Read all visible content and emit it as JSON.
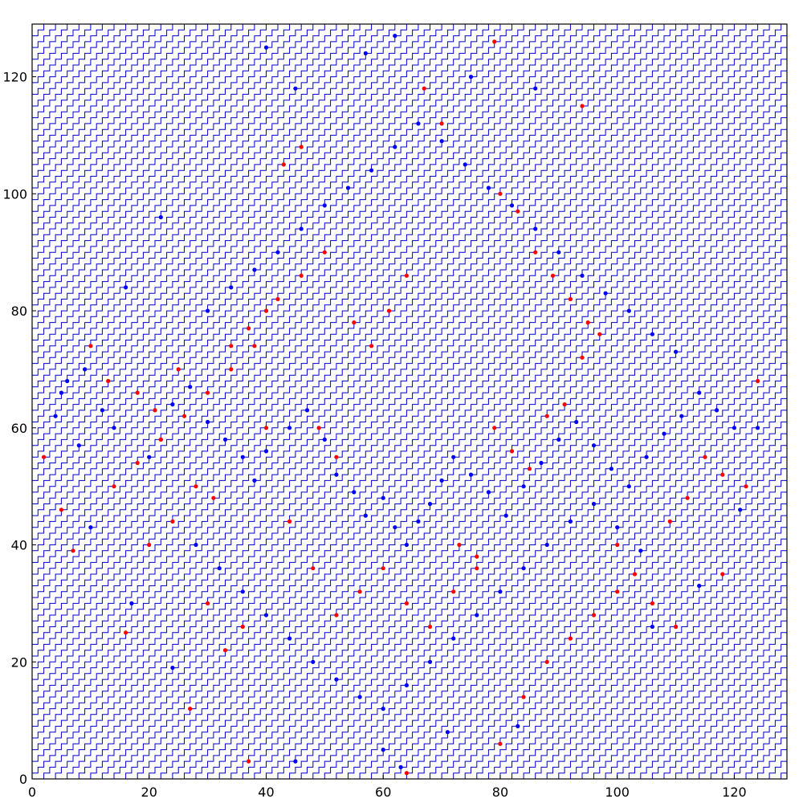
{
  "chart_data": {
    "type": "scatter",
    "title": "",
    "xlabel": "",
    "ylabel": "",
    "xlim": [
      0,
      129
    ],
    "ylim": [
      0,
      129
    ],
    "grid": false,
    "legend": "none",
    "x_ticks": [
      "0",
      "20",
      "40",
      "60",
      "80",
      "100",
      "120"
    ],
    "y_ticks": [
      "0",
      "20",
      "40",
      "60",
      "80",
      "100",
      "120"
    ],
    "colors": {
      "lines": "#0000cc",
      "blue_points": "#0000ff",
      "red_points": "#ff0000"
    },
    "line_pattern": "staircase diagonal paths filling the unit lattice between 0 and 129 on both axes",
    "series": [
      {
        "color": "#0000ff",
        "marker": "dot",
        "points": [
          [
            4,
            62
          ],
          [
            5,
            66
          ],
          [
            6,
            68
          ],
          [
            9,
            70
          ],
          [
            12,
            63
          ],
          [
            14,
            60
          ],
          [
            20,
            55
          ],
          [
            22,
            58
          ],
          [
            24,
            64
          ],
          [
            27,
            67
          ],
          [
            30,
            61
          ],
          [
            33,
            58
          ],
          [
            36,
            55
          ],
          [
            38,
            51
          ],
          [
            40,
            56
          ],
          [
            44,
            60
          ],
          [
            47,
            63
          ],
          [
            50,
            58
          ],
          [
            52,
            52
          ],
          [
            55,
            49
          ],
          [
            57,
            45
          ],
          [
            60,
            48
          ],
          [
            62,
            43
          ],
          [
            64,
            40
          ],
          [
            66,
            44
          ],
          [
            68,
            47
          ],
          [
            70,
            51
          ],
          [
            72,
            55
          ],
          [
            75,
            52
          ],
          [
            78,
            49
          ],
          [
            81,
            45
          ],
          [
            84,
            50
          ],
          [
            87,
            54
          ],
          [
            90,
            58
          ],
          [
            93,
            61
          ],
          [
            96,
            57
          ],
          [
            99,
            53
          ],
          [
            102,
            50
          ],
          [
            105,
            55
          ],
          [
            108,
            59
          ],
          [
            111,
            62
          ],
          [
            114,
            66
          ],
          [
            117,
            63
          ],
          [
            120,
            60
          ],
          [
            30,
            80
          ],
          [
            34,
            84
          ],
          [
            38,
            87
          ],
          [
            42,
            90
          ],
          [
            46,
            94
          ],
          [
            50,
            98
          ],
          [
            54,
            101
          ],
          [
            58,
            104
          ],
          [
            62,
            108
          ],
          [
            66,
            112
          ],
          [
            70,
            109
          ],
          [
            74,
            105
          ],
          [
            78,
            101
          ],
          [
            82,
            98
          ],
          [
            86,
            94
          ],
          [
            90,
            90
          ],
          [
            94,
            86
          ],
          [
            98,
            83
          ],
          [
            102,
            80
          ],
          [
            106,
            76
          ],
          [
            110,
            73
          ],
          [
            28,
            40
          ],
          [
            32,
            36
          ],
          [
            36,
            32
          ],
          [
            40,
            28
          ],
          [
            44,
            24
          ],
          [
            48,
            20
          ],
          [
            52,
            17
          ],
          [
            56,
            14
          ],
          [
            60,
            12
          ],
          [
            64,
            16
          ],
          [
            68,
            20
          ],
          [
            72,
            24
          ],
          [
            76,
            28
          ],
          [
            80,
            32
          ],
          [
            84,
            36
          ],
          [
            88,
            40
          ],
          [
            92,
            44
          ],
          [
            96,
            47
          ],
          [
            100,
            43
          ],
          [
            104,
            39
          ],
          [
            62,
            127
          ],
          [
            57,
            124
          ],
          [
            75,
            120
          ],
          [
            86,
            118
          ],
          [
            45,
            118
          ],
          [
            40,
            125
          ],
          [
            60,
            5
          ],
          [
            63,
            2
          ],
          [
            71,
            8
          ],
          [
            45,
            3
          ],
          [
            83,
            9
          ],
          [
            24,
            19
          ],
          [
            17,
            30
          ],
          [
            10,
            43
          ],
          [
            8,
            57
          ],
          [
            16,
            84
          ],
          [
            22,
            96
          ],
          [
            106,
            26
          ],
          [
            114,
            33
          ],
          [
            121,
            46
          ],
          [
            124,
            60
          ]
        ]
      },
      {
        "color": "#ff0000",
        "marker": "dot",
        "points": [
          [
            2,
            55
          ],
          [
            5,
            46
          ],
          [
            7,
            39
          ],
          [
            10,
            74
          ],
          [
            13,
            68
          ],
          [
            16,
            25
          ],
          [
            18,
            66
          ],
          [
            21,
            63
          ],
          [
            25,
            70
          ],
          [
            28,
            50
          ],
          [
            31,
            48
          ],
          [
            34,
            74
          ],
          [
            37,
            77
          ],
          [
            40,
            80
          ],
          [
            43,
            105
          ],
          [
            46,
            108
          ],
          [
            49,
            60
          ],
          [
            52,
            55
          ],
          [
            55,
            78
          ],
          [
            58,
            74
          ],
          [
            61,
            80
          ],
          [
            64,
            86
          ],
          [
            67,
            118
          ],
          [
            70,
            112
          ],
          [
            73,
            40
          ],
          [
            76,
            36
          ],
          [
            79,
            60
          ],
          [
            82,
            56
          ],
          [
            85,
            53
          ],
          [
            88,
            62
          ],
          [
            91,
            64
          ],
          [
            94,
            72
          ],
          [
            97,
            76
          ],
          [
            100,
            40
          ],
          [
            103,
            35
          ],
          [
            106,
            30
          ],
          [
            109,
            44
          ],
          [
            112,
            48
          ],
          [
            115,
            55
          ],
          [
            118,
            52
          ],
          [
            122,
            50
          ],
          [
            124,
            68
          ],
          [
            20,
            40
          ],
          [
            24,
            44
          ],
          [
            27,
            12
          ],
          [
            30,
            30
          ],
          [
            33,
            22
          ],
          [
            36,
            26
          ],
          [
            40,
            60
          ],
          [
            44,
            44
          ],
          [
            48,
            36
          ],
          [
            52,
            28
          ],
          [
            56,
            32
          ],
          [
            60,
            36
          ],
          [
            64,
            30
          ],
          [
            68,
            26
          ],
          [
            72,
            32
          ],
          [
            76,
            38
          ],
          [
            80,
            6
          ],
          [
            84,
            14
          ],
          [
            88,
            20
          ],
          [
            92,
            24
          ],
          [
            96,
            28
          ],
          [
            100,
            32
          ],
          [
            80,
            100
          ],
          [
            83,
            97
          ],
          [
            86,
            90
          ],
          [
            89,
            86
          ],
          [
            92,
            82
          ],
          [
            95,
            78
          ],
          [
            50,
            90
          ],
          [
            46,
            86
          ],
          [
            42,
            82
          ],
          [
            38,
            74
          ],
          [
            34,
            70
          ],
          [
            30,
            66
          ],
          [
            26,
            62
          ],
          [
            22,
            58
          ],
          [
            18,
            54
          ],
          [
            14,
            50
          ],
          [
            79,
            126
          ],
          [
            94,
            115
          ],
          [
            37,
            3
          ],
          [
            64,
            1
          ],
          [
            110,
            26
          ],
          [
            118,
            35
          ]
        ]
      }
    ]
  }
}
